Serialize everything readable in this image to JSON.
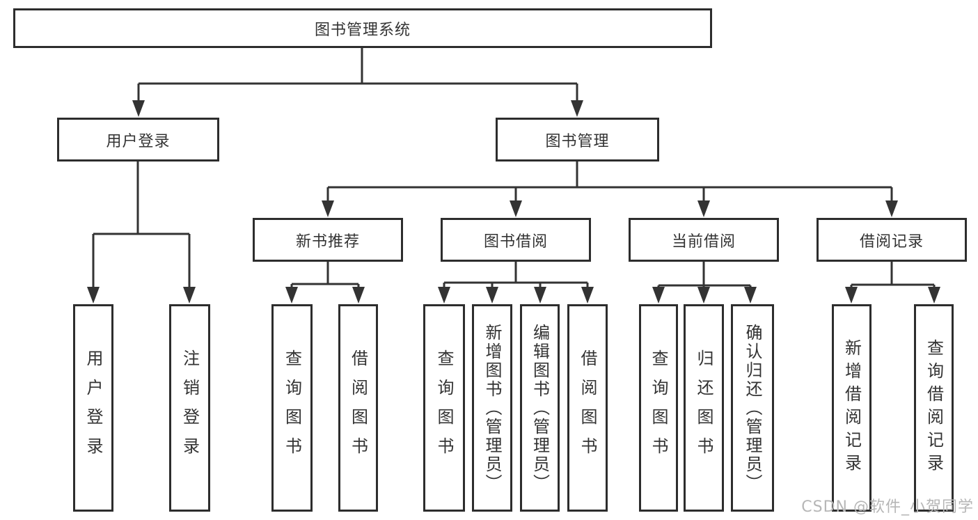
{
  "colors": {
    "box_border": "#2d2d2d",
    "connector_line": "#333333",
    "text": "#333333",
    "watermark": "#b6b6b6",
    "background": "#ffffff"
  },
  "watermark": {
    "text": "CSDN @软件_小贺同学"
  },
  "tree": {
    "root": "图书管理系统",
    "children": [
      {
        "label": "用户登录",
        "children": [
          {
            "label": "用户登录"
          },
          {
            "label": "注销登录"
          }
        ]
      },
      {
        "label": "图书管理",
        "children": [
          {
            "label": "新书推荐",
            "children": [
              {
                "label": "查询图书"
              },
              {
                "label": "借阅图书"
              }
            ]
          },
          {
            "label": "图书借阅",
            "children": [
              {
                "label": "查询图书"
              },
              {
                "label": "新增图书（管理员）"
              },
              {
                "label": "编辑图书（管理员）"
              },
              {
                "label": "借阅图书"
              }
            ]
          },
          {
            "label": "当前借阅",
            "children": [
              {
                "label": "查询图书"
              },
              {
                "label": "归还图书"
              },
              {
                "label": "确认归还（管理员）"
              }
            ]
          },
          {
            "label": "借阅记录",
            "children": [
              {
                "label": "新增借阅记录"
              },
              {
                "label": "查询借阅记录"
              }
            ]
          }
        ]
      }
    ]
  }
}
